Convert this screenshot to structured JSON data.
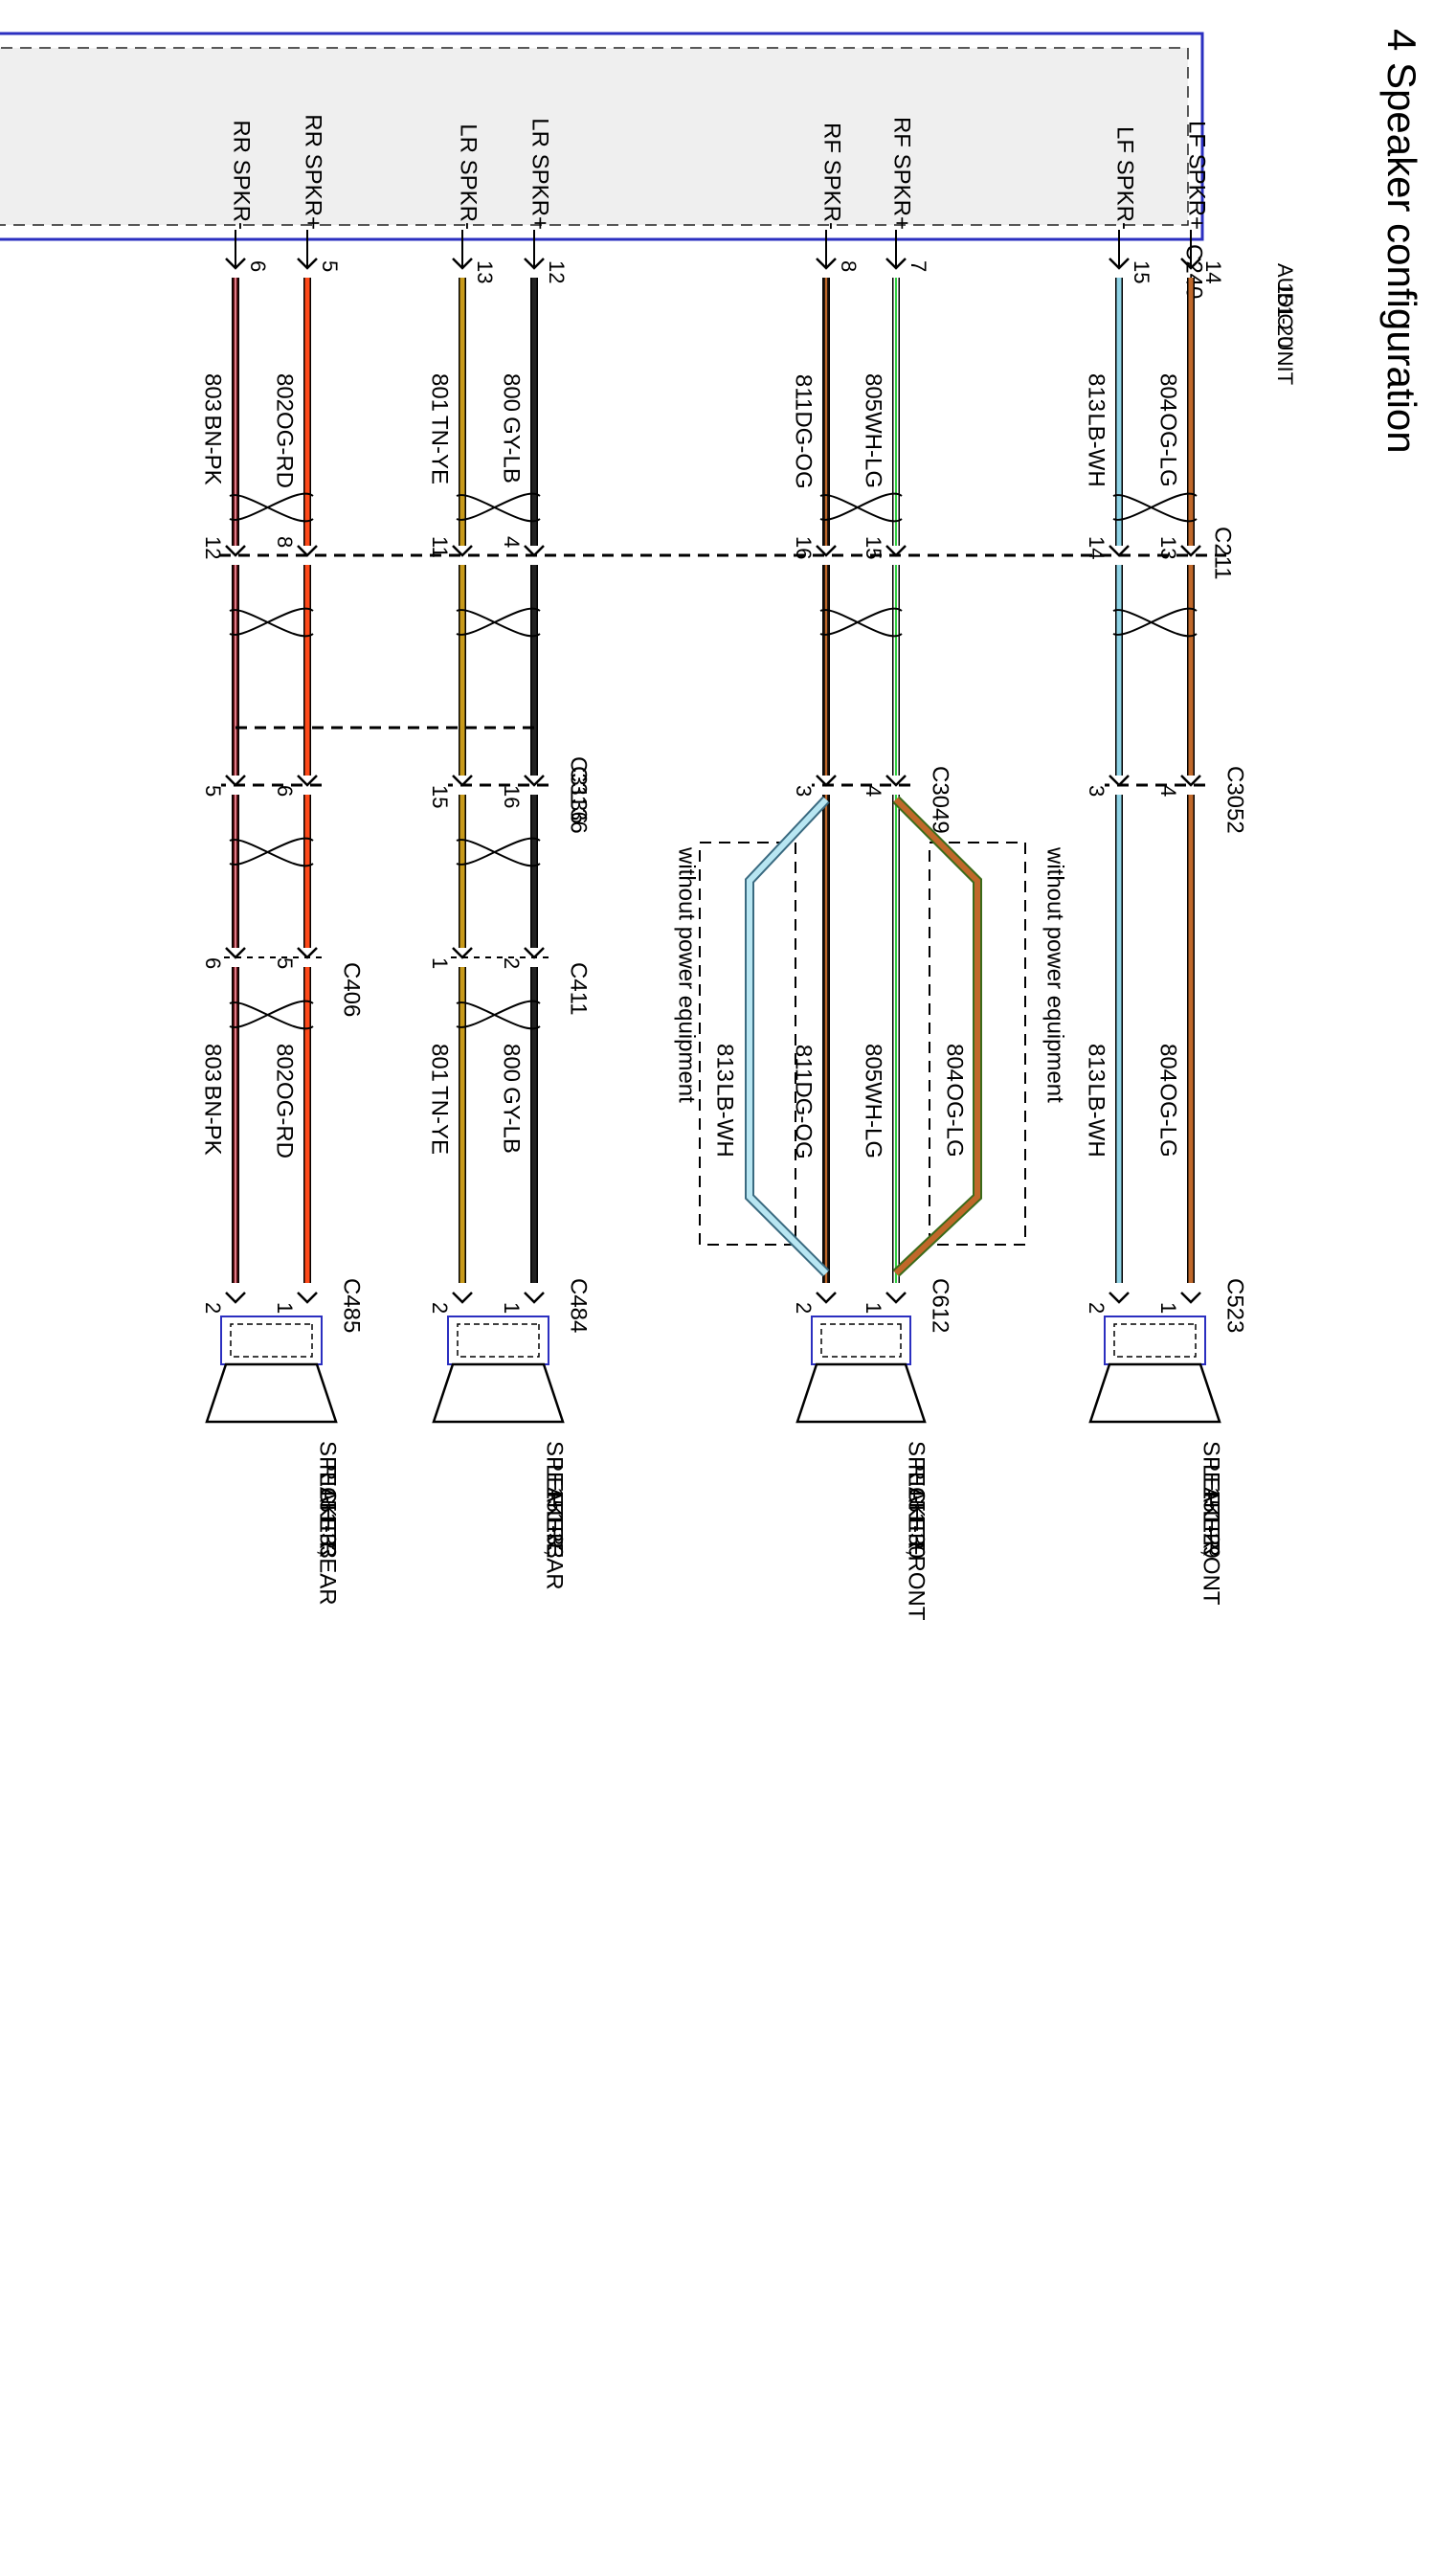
{
  "title": "4 Speaker configuration",
  "audio_unit": {
    "name": "AUDIO UNIT",
    "ref": "151-20",
    "connector": "C240"
  },
  "without_power_label": "without power equipment",
  "channels": [
    {
      "key": "lf",
      "pins_label": [
        "LF SPKR+",
        "LF SPKR-"
      ],
      "wires": [
        {
          "circuit": "804",
          "color": "OG-LG",
          "colors": [
            "#c0682a"
          ]
        },
        {
          "circuit": "813",
          "color": "LB-WH",
          "colors": [
            "#8fd3e6"
          ]
        }
      ],
      "au_pins": [
        "14",
        "15"
      ],
      "c211_pins": [
        "13",
        "14"
      ],
      "mid": {
        "name": "C3052",
        "pins": [
          "4",
          "3"
        ]
      },
      "end": {
        "name": "C523",
        "pins": [
          "1",
          "2"
        ]
      },
      "speaker": [
        "SPEAKER,",
        "LEFT FRONT",
        "151-29"
      ]
    },
    {
      "key": "rf",
      "pins_label": [
        "RF SPKR+",
        "RF SPKR-"
      ],
      "wires": [
        {
          "circuit": "805",
          "color": "WH-LG",
          "colors": [
            "#ffffff",
            "#2fd040"
          ]
        },
        {
          "circuit": "811",
          "color": "DG-OG",
          "colors": [
            "#2a1a10",
            "#c0682a"
          ]
        }
      ],
      "au_pins": [
        "7",
        "8"
      ],
      "c211_pins": [
        "15",
        "16"
      ],
      "mid": {
        "name": "C3049",
        "pins": [
          "4",
          "3"
        ]
      },
      "end": {
        "name": "C612",
        "pins": [
          "1",
          "2"
        ]
      },
      "bypass": [
        {
          "circuit": "804",
          "color": "OG-LG"
        },
        {
          "circuit": "813",
          "color": "LB-WH"
        }
      ],
      "speaker": [
        "SPEAKER,",
        "RIGHT FRONT",
        "151-30"
      ]
    },
    {
      "key": "lr",
      "pins_label": [
        "LR SPKR+",
        "LR SPKR-"
      ],
      "wires": [
        {
          "circuit": "800",
          "color": "GY-LB",
          "colors": [
            "#222222"
          ]
        },
        {
          "circuit": "801",
          "color": "TN-YE",
          "colors": [
            "#c89a1a"
          ]
        }
      ],
      "au_pins": [
        "12",
        "13"
      ],
      "c211_pins": [
        "4",
        "11"
      ],
      "mid": {
        "name": "C3136",
        "pins": [
          "16",
          "15"
        ]
      },
      "c2": {
        "name": "C411",
        "pins": [
          "2",
          "1"
        ]
      },
      "end": {
        "name": "C484",
        "pins": [
          "1",
          "2"
        ]
      },
      "speaker": [
        "SPEAKER,",
        "LEFT REAR",
        "151-33"
      ]
    },
    {
      "key": "rr",
      "pins_label": [
        "RR SPKR+",
        "RR SPKR-"
      ],
      "wires": [
        {
          "circuit": "802",
          "color": "OG-RD",
          "colors": [
            "#ff4a1a"
          ]
        },
        {
          "circuit": "803",
          "color": "BN-PK",
          "colors": [
            "#5a1010",
            "#e07a8a"
          ]
        }
      ],
      "au_pins": [
        "5",
        "6"
      ],
      "c211_pins": [
        "8",
        "12"
      ],
      "mid": {
        "name": "",
        "pins": [
          "6",
          "5"
        ]
      },
      "c2": {
        "name": "C406",
        "pins": [
          "5",
          "6"
        ]
      },
      "end": {
        "name": "C485",
        "pins": [
          "1",
          "2"
        ]
      },
      "speaker": [
        "SPEAKER,",
        "RIGHT REAR",
        "151-33"
      ]
    }
  ],
  "c211_name": "C211"
}
